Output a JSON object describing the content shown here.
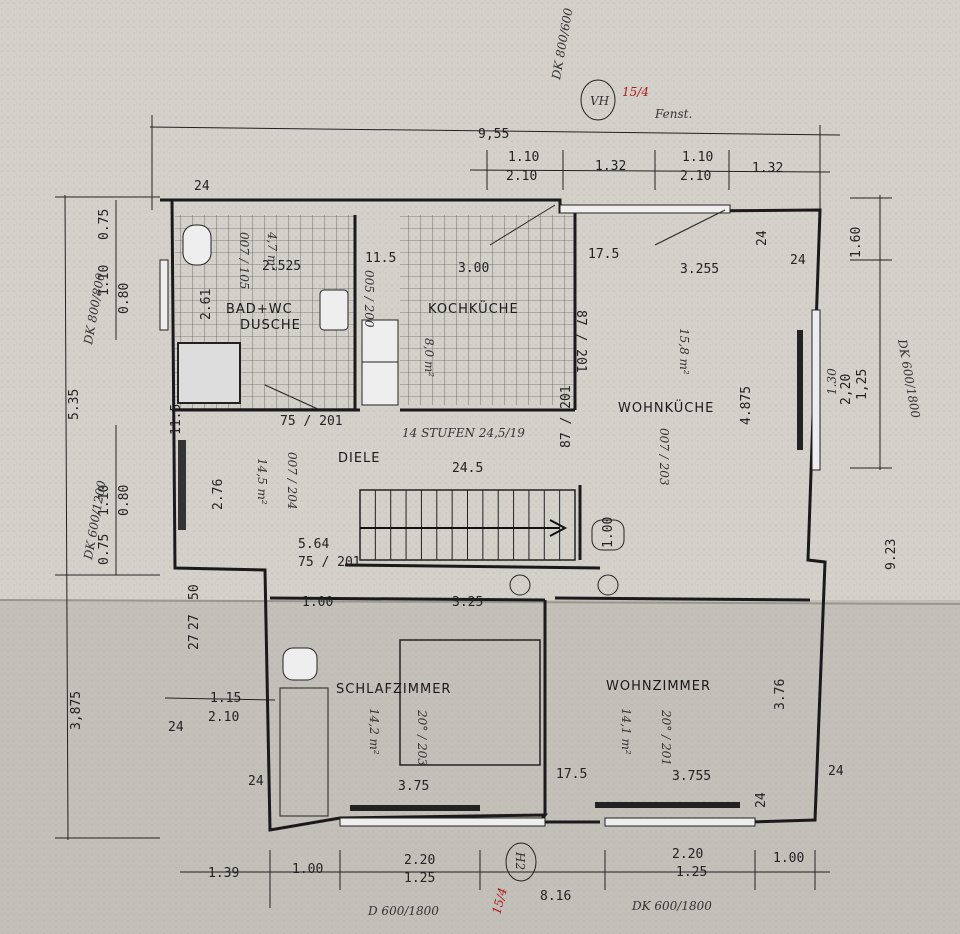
{
  "colors": {
    "paper": "#d6d3cc",
    "ink": "#1a1a1a",
    "red_note": "#b01818"
  },
  "top": {
    "total_width": "9,55",
    "w1": "1.10",
    "w1b": "2.10",
    "gap": "1.32",
    "w2": "1.10",
    "w2b": "2.10",
    "gap2": "1.32",
    "window_note": "DK 800/600",
    "circle_label": "VH",
    "red_note": "15/4",
    "fenster": "Fenst."
  },
  "left": {
    "total_upper": "5.35",
    "total_lower": "3,875",
    "d075a": "0.75",
    "d110a": "1.10",
    "d080a": "0.80",
    "d075b": "0.75",
    "d110b": "1.10",
    "d080b": "0.80",
    "window_note_a": "DK 800/800",
    "window_note_b": "DK 600/1200",
    "d24": "24",
    "d115": "1.15",
    "d210": "2.10",
    "d27a": "27",
    "d27b": "27",
    "d50": "50",
    "d276": "2.76",
    "d24b": "24"
  },
  "right": {
    "total": "9.23",
    "d160": "1.60",
    "d125": "1,25",
    "d220": "2,20",
    "d130": "1.30",
    "window_note": "DK 600/1800",
    "d24a": "24",
    "d24b": "24"
  },
  "bottom": {
    "total": "8.16",
    "d139": "1.39",
    "d100a": "1.00",
    "d220a": "2.20",
    "d125a": "1.25",
    "d220b": "2.20",
    "d125b": "1.25",
    "d100b": "1.00",
    "circle_label": "H2",
    "red_note": "15/4",
    "window_note_a": "D 600/1800",
    "window_note_b": "DK 600/1800"
  },
  "rooms": {
    "bad": {
      "name": "BAD+WC",
      "name2": "DUSCHE",
      "area": "4,7 m²",
      "width": "2.525",
      "height": "2.61",
      "code": "007 / 105",
      "door": "75 / 201"
    },
    "kueche": {
      "name": "KOCHKÜCHE",
      "area": "8,0 m²",
      "width": "3.00",
      "code": "005 / 200",
      "side": "87 / 201",
      "d115": "11.5",
      "d175": "17.5"
    },
    "wohnkueche": {
      "name": "WOHNKÜCHE",
      "area": "15,8 m²",
      "width": "3.255",
      "height": "4.875",
      "code": "007 / 203"
    },
    "diele": {
      "name": "DIELE",
      "area": "14,5 m²",
      "length": "5.64",
      "code": "007 / 204",
      "stairs": "14 STUFEN 24,5/19",
      "d245": "24.5",
      "door": "75 / 201",
      "side": "87 / 201",
      "d100": "1.00",
      "d115": "11.5"
    },
    "schlafzimmer": {
      "name": "SCHLAFZIMMER",
      "area": "14,2 m²",
      "width": "3.75",
      "top_w": "3.25",
      "top_d": "1.00",
      "code": "20° / 203",
      "d24": "24"
    },
    "wohnzimmer": {
      "name": "WOHNZIMMER",
      "area": "14,1 m²",
      "width": "3.755",
      "height": "3.76",
      "code": "20° / 201",
      "d175": "17.5",
      "d24a": "24",
      "d24b": "24"
    }
  }
}
